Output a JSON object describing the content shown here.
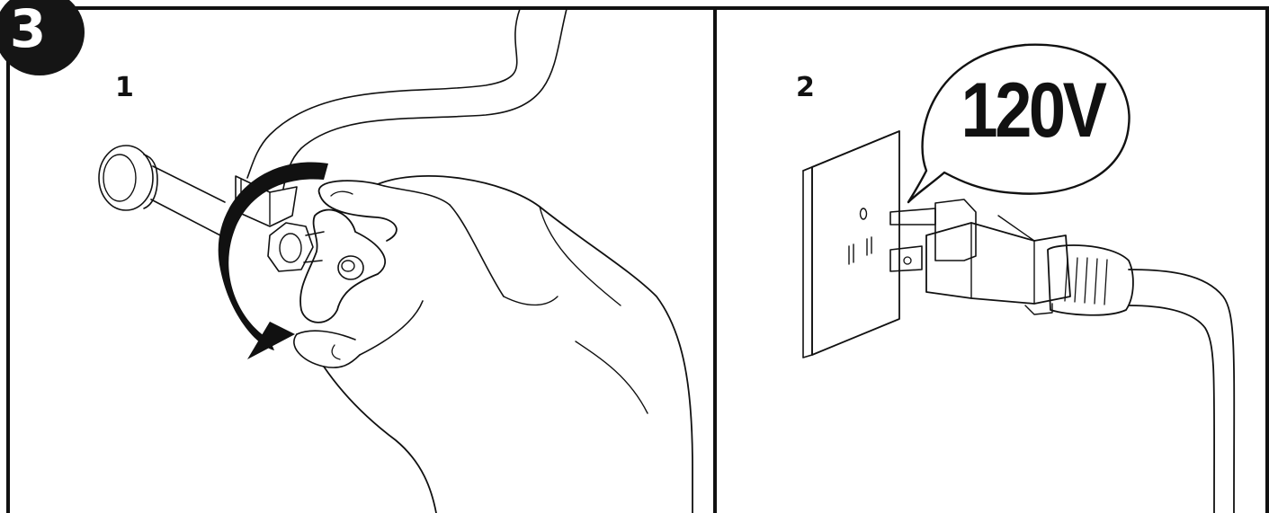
{
  "figure": {
    "section_number": "3",
    "steps": [
      {
        "number": "1"
      },
      {
        "number": "2"
      }
    ],
    "voltage_label": "120V"
  }
}
